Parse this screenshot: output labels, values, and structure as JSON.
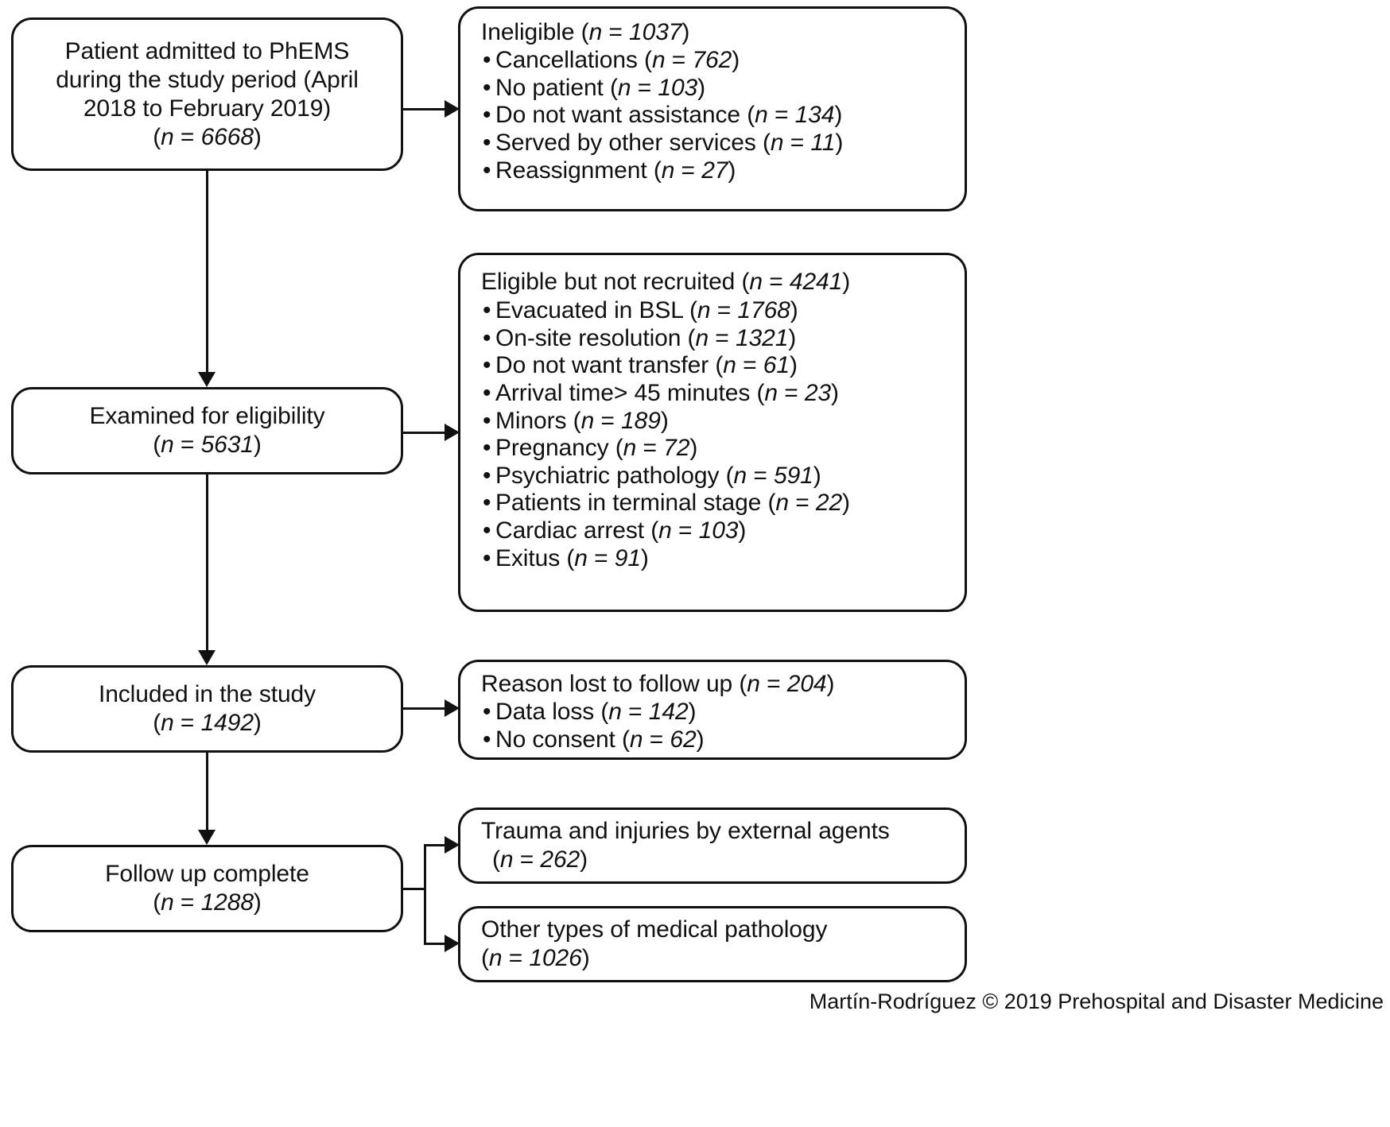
{
  "diagram": {
    "title": "Patient flow diagram (CONSORT style)",
    "stroke_color": "#111111",
    "background_color": "#ffffff",
    "nodes": {
      "admitted": {
        "name": "patient-admitted-box",
        "lines": [
          "Patient admitted to PhEMS",
          "during the study period (April",
          "2018 to February 2019)",
          "(n = 6668)"
        ],
        "n_label": "n",
        "n_value": "6668"
      },
      "ineligible": {
        "name": "ineligible-box",
        "heading": "Ineligible (n = 1037)",
        "heading_text": "Ineligible",
        "heading_n": "1037",
        "items": [
          {
            "label": "Cancellations",
            "n": "762"
          },
          {
            "label": "No patient",
            "n": "103"
          },
          {
            "label": "Do not want assistance",
            "n": "134"
          },
          {
            "label": "Served by other services",
            "n": "11"
          },
          {
            "label": "Reassignment",
            "n": "27"
          }
        ]
      },
      "examined": {
        "name": "examined-for-eligibility-box",
        "lines": [
          "Examined for eligibility",
          "(n = 5631)"
        ],
        "label": "Examined for eligibility",
        "n_value": "5631"
      },
      "not_recruited": {
        "name": "eligible-not-recruited-box",
        "heading_text": "Eligible but not recruited",
        "heading_n": "4241",
        "items": [
          {
            "label": "Evacuated in BSL",
            "n": "1768"
          },
          {
            "label": "On-site resolution",
            "n": "1321"
          },
          {
            "label": "Do not want transfer",
            "n": "61"
          },
          {
            "label": "Arrival time> 45 minutes",
            "n": "23"
          },
          {
            "label": "Minors",
            "n": "189"
          },
          {
            "label": "Pregnancy",
            "n": "72"
          },
          {
            "label": "Psychiatric pathology",
            "n": "591"
          },
          {
            "label": "Patients in terminal stage",
            "n": "22"
          },
          {
            "label": "Cardiac arrest",
            "n": "103"
          },
          {
            "label": "Exitus",
            "n": "91"
          }
        ]
      },
      "included": {
        "name": "included-in-study-box",
        "label": "Included in the study",
        "n_value": "1492"
      },
      "lost": {
        "name": "reason-lost-to-follow-up-box",
        "heading_text": "Reason lost to follow up",
        "heading_n": "204",
        "items": [
          {
            "label": "Data loss",
            "n": "142"
          },
          {
            "label": "No consent",
            "n": "62"
          }
        ]
      },
      "complete": {
        "name": "follow-up-complete-box",
        "label": "Follow up complete",
        "n_value": "1288"
      },
      "trauma": {
        "name": "trauma-external-agents-box",
        "line1": "Trauma and injuries by external agents",
        "line2": "(n = 262)",
        "n_value": "262"
      },
      "medical": {
        "name": "other-medical-pathology-box",
        "line1": "Other types of medical pathology",
        "line2": "(n = 1026)",
        "n_value": "1026"
      }
    },
    "credit": "Martín-Rodríguez © 2019 Prehospital and Disaster Medicine"
  }
}
